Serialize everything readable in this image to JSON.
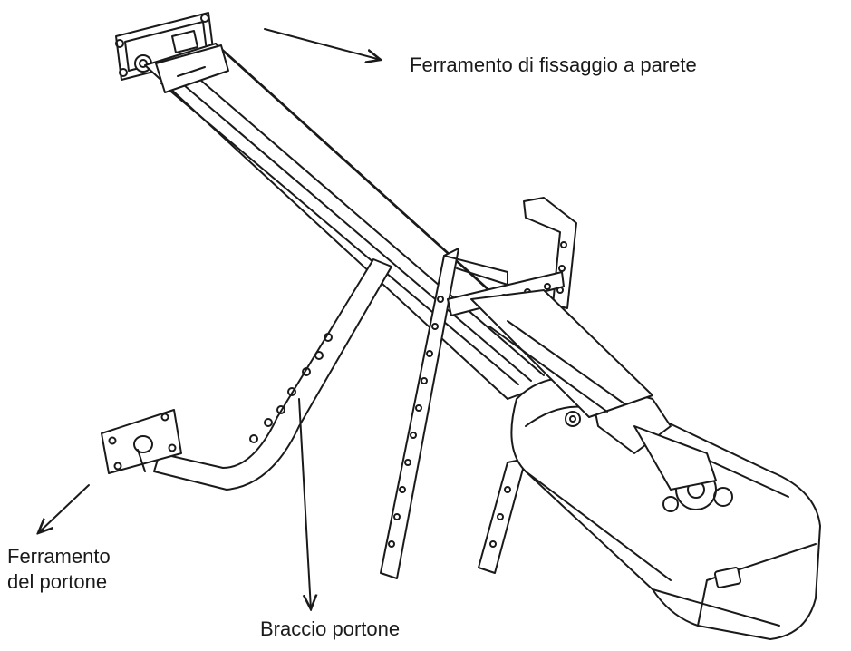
{
  "labels": {
    "wall_hardware": "Ferramento di fissaggio a parete",
    "door_hardware_line1": "Ferramento",
    "door_hardware_line2": "del portone",
    "door_arm": "Braccio portone"
  },
  "colors": {
    "stroke": "#1a1a1a",
    "background": "#ffffff"
  }
}
